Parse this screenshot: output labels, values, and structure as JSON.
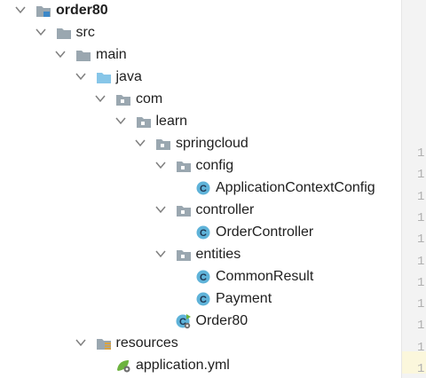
{
  "tree": [
    {
      "label": "order80",
      "bold": true,
      "depth": 0,
      "expanded": true,
      "icon": "module-folder-icon"
    },
    {
      "label": "src",
      "depth": 1,
      "expanded": true,
      "icon": "folder-icon"
    },
    {
      "label": "main",
      "depth": 2,
      "expanded": true,
      "icon": "folder-icon"
    },
    {
      "label": "java",
      "depth": 3,
      "expanded": true,
      "icon": "source-root-folder-icon"
    },
    {
      "label": "com",
      "depth": 4,
      "expanded": true,
      "icon": "package-icon"
    },
    {
      "label": "learn",
      "depth": 5,
      "expanded": true,
      "icon": "package-icon"
    },
    {
      "label": "springcloud",
      "depth": 6,
      "expanded": true,
      "icon": "package-icon"
    },
    {
      "label": "config",
      "depth": 7,
      "expanded": true,
      "icon": "package-icon"
    },
    {
      "label": "ApplicationContextConfig",
      "depth": 8,
      "icon": "java-class-icon"
    },
    {
      "label": "controller",
      "depth": 7,
      "expanded": true,
      "icon": "package-icon"
    },
    {
      "label": "OrderController",
      "depth": 8,
      "icon": "java-class-icon"
    },
    {
      "label": "entities",
      "depth": 7,
      "expanded": true,
      "icon": "package-icon"
    },
    {
      "label": "CommonResult",
      "depth": 8,
      "icon": "java-class-icon"
    },
    {
      "label": "Payment",
      "depth": 8,
      "icon": "java-class-icon"
    },
    {
      "label": "Order80",
      "depth": 7,
      "icon": "spring-boot-main-class-icon"
    },
    {
      "label": "resources",
      "depth": 3,
      "expanded": true,
      "icon": "resources-folder-icon"
    },
    {
      "label": "application.yml",
      "depth": 4,
      "icon": "spring-yml-file-icon"
    }
  ],
  "gutter": {
    "line_numbers": [
      "1",
      "1",
      "1",
      "1",
      "1",
      "1",
      "1",
      "1",
      "1",
      "1",
      "1"
    ]
  },
  "colors": {
    "folder": "#9aa7b0",
    "source_root": "#87c6e8",
    "package": "#9aa7b0",
    "class_fill": "#5fb3d9",
    "spring_green": "#6db33f",
    "arrow": "#7f7f7f"
  }
}
